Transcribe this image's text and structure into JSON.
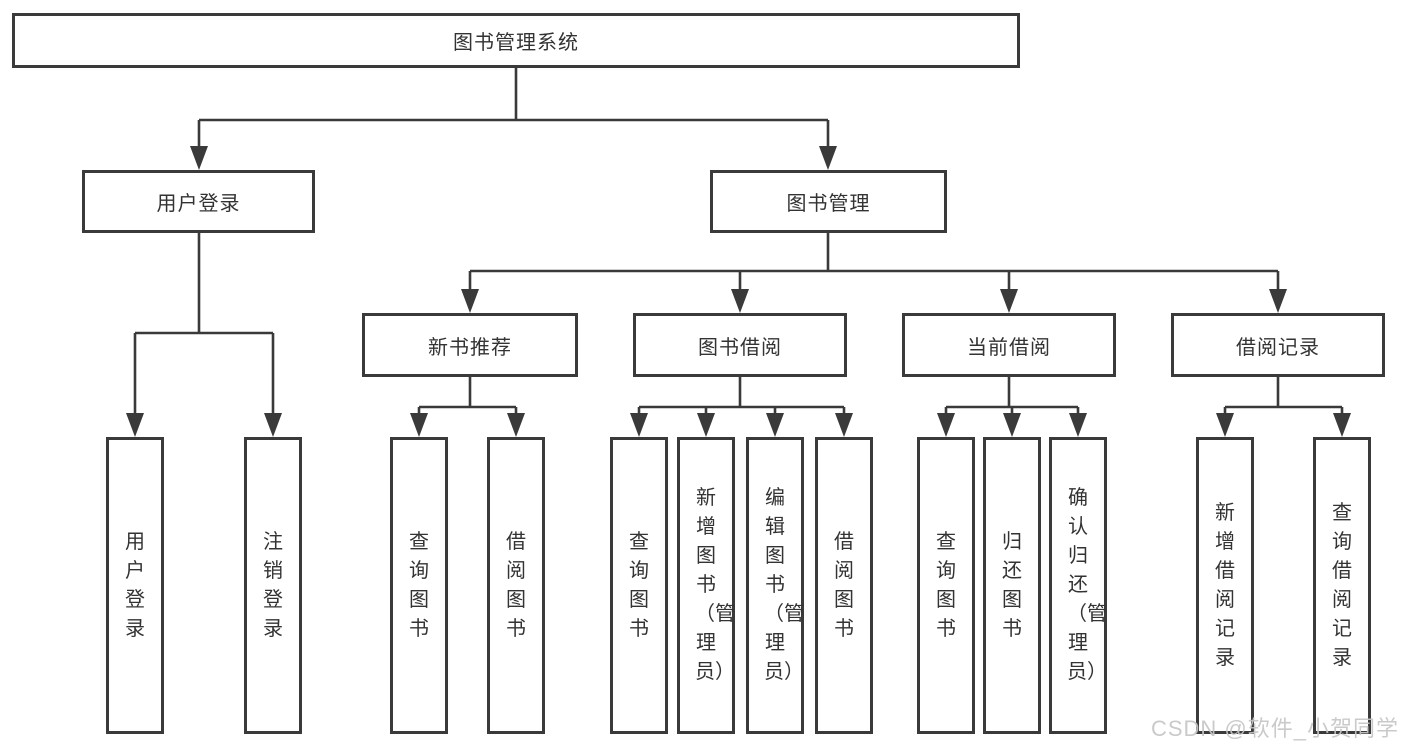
{
  "diagram": {
    "watermark": "CSDN @软件_小贺同学",
    "colors": {
      "line": "#3a3a3a",
      "box_border": "#3a3a3a",
      "text": "#333333",
      "watermark": "#c6c6c6",
      "background": "#ffffff"
    },
    "tree": {
      "label": "图书管理系统",
      "children": [
        {
          "label": "用户登录",
          "children": [
            {
              "label": "用户登录"
            },
            {
              "label": "注销登录"
            }
          ]
        },
        {
          "label": "图书管理",
          "children": [
            {
              "label": "新书推荐",
              "children": [
                {
                  "label": "查询图书"
                },
                {
                  "label": "借阅图书"
                }
              ]
            },
            {
              "label": "图书借阅",
              "children": [
                {
                  "label": "查询图书"
                },
                {
                  "label": "新增图书（管理员）"
                },
                {
                  "label": "编辑图书（管理员）"
                },
                {
                  "label": "借阅图书"
                }
              ]
            },
            {
              "label": "当前借阅",
              "children": [
                {
                  "label": "查询图书"
                },
                {
                  "label": "归还图书"
                },
                {
                  "label": "确认归还（管理员）"
                }
              ]
            },
            {
              "label": "借阅记录",
              "children": [
                {
                  "label": "新增借阅记录"
                },
                {
                  "label": "查询借阅记录"
                }
              ]
            }
          ]
        }
      ]
    }
  }
}
